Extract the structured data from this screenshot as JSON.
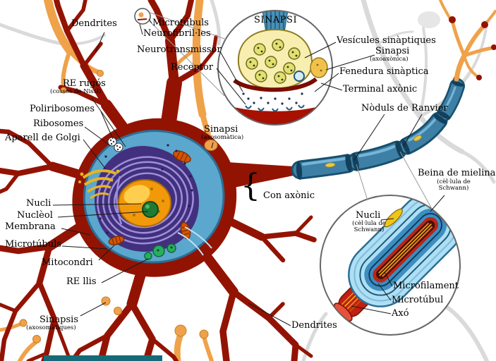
{
  "labels": {
    "dendrites_top": "Dendrites",
    "microtubuls_top": "Microtúbuls",
    "neurofibrilles": "Neurofibril·les",
    "neurotransmissor": "Neurotransmissor",
    "receptor": "Receptor",
    "sinapsi_inset_title": "SINAPSI",
    "vesicules_sinaptiques": "Vesícules sinàptiques",
    "sinapsi_axoaxonica": "Sinapsi",
    "sinapsi_axoaxonica_sub": "(axoaxònica)",
    "fenedura_sinaptica": "Fenedura sinàptica",
    "terminal_axonic": "Terminal axònic",
    "noduls_de_ranvier": "Nòduls de Ranvier",
    "re_rugos": "RE rugós",
    "re_rugos_sub": "(cossos de Nissl)",
    "poliribosomes": "Poliribosomes",
    "ribosomes": "Ribosomes",
    "aparell_de_golgi": "Aparell de Golgi",
    "sinapsi_axosomatica": "Sinapsi",
    "sinapsi_axosomatica_sub": "(axosomàtica)",
    "con_axonic": "Con axònic",
    "con_axonic_brace": "{",
    "beina_de_mielina": "Beina de mielina",
    "beina_de_mielina_sub": "(cèl·lula de Schwann)",
    "nucli_schwann": "Nucli",
    "nucli_schwann_sub": "(cèl·lula de Schwann)",
    "nucli": "Nucli",
    "nucleol": "Nuclèol",
    "membrana": "Membrana",
    "microtubuls_soma": "Microtúbuls",
    "mitocondri": "Mitocondri",
    "re_llis": "RE llis",
    "sinapsis": "Sinapsis",
    "sinapsis_sub": "(axosomàtiques)",
    "dendrites_bottom": "Dendrites",
    "microfilament": "Microfilament",
    "microtubul": "Microtúbul",
    "axo": "Axó"
  },
  "colors": {
    "neuron_red": "#931303",
    "neighbor_orange": "#EFA24A",
    "myelin_blue": "#3E7FA6",
    "myelin_dark": "#17506E",
    "cytoplasm_blue": "#5BA7CE",
    "er_purple": "#42307E",
    "er_swirl_lilac": "#9D8FD8",
    "nucleus_orange": "#F2990A",
    "nucleolus_green": "#1F7A33",
    "golgi_yellow": "#E8B520",
    "bouton_yellow": "#F8EEB0",
    "vesicle_olive": "#E3DF70",
    "axoplasm_red": "#BE2011",
    "footer_teal": "#156A78",
    "background": "#FFFFFF"
  }
}
